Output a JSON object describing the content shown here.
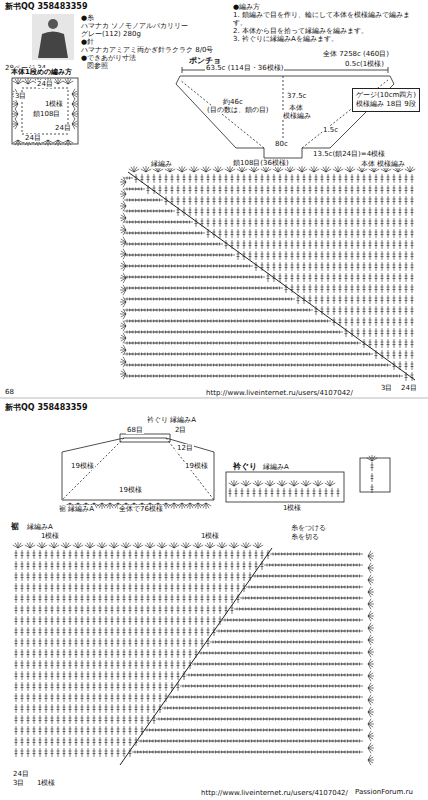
{
  "diagram": {
    "nodes": [
      {
        "text": [
          "ゲージ(10cm四方)",
          "模様編み 18目 9段"
        ]
      }
    ],
    "labels": [
      "新书QQ 358483359",
      "28ページ 34",
      "●糸",
      "ハマナカ ソノモノアルパカリリー",
      "グレー(112) 280g",
      "●針",
      "ハマナカアミアミ両かぎ針ラクラク 8/0号",
      "●できあがり寸法",
      "図参照",
      "本体1段めの編み方",
      "●編み方",
      "1. 鎖編みで目を作り、輪にして本体を模様編みで編みます。",
      "2. 本体から目を拾って縁編みを編みます。",
      "3. 衿ぐりに縁編みAを編みます。",
      "ポンチョ",
      "全体 7258c (460目)",
      "0.5c(1模様)",
      "63.5c (114目・36模様)",
      "37.5c",
      "本体",
      "模様編み",
      "約46c",
      "(目の数は、鎖の目)",
      "80c",
      "1.5c",
      "13.5c(鎖24目)=4模様",
      "鎖108目(36模様)",
      "縁編み",
      "本体 模様編み",
      "24目",
      "3目",
      "1模様",
      "鎖108目",
      "24目",
      "24目",
      "24目",
      "3目",
      "68",
      "http://www.liveinternet.ru/users/4107042/",
      "新书QQ 358483359",
      "衿ぐり 縁編みA",
      "68目",
      "2目",
      "12目",
      "19模様",
      "19模様",
      "19模様",
      "裾 縁編みA",
      "全体で76模様",
      "衿ぐり",
      "縁編みA",
      "1模様",
      "裾",
      "縁編みA",
      "1模様",
      "糸をつける",
      "糸を切る",
      "1模様",
      "24目",
      "3目",
      "1模様",
      "http://www.liveinternet.ru/users/4107042/",
      "PassionForum.ru"
    ]
  }
}
